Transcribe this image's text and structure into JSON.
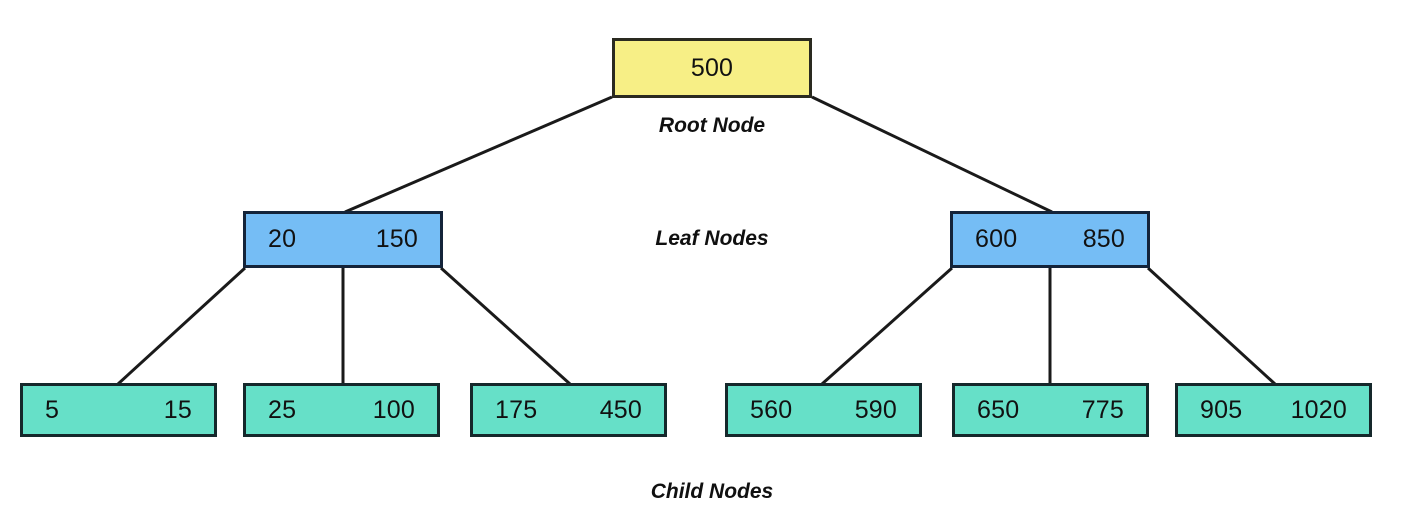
{
  "diagram": {
    "type": "b-tree",
    "background_color": "#ffffff",
    "edge_color": "#1a1a1a",
    "levels": [
      {
        "id": "root",
        "caption": "Root Node",
        "fill_color": "#f7ef86",
        "border_color": "#2a2a20",
        "nodes": [
          {
            "id": "root-node",
            "keys": [
              "500"
            ]
          }
        ]
      },
      {
        "id": "leaf",
        "caption": "Leaf Nodes",
        "fill_color": "#75bdf5",
        "border_color": "#14243a",
        "nodes": [
          {
            "id": "leaf-left",
            "keys": [
              "20",
              "150"
            ]
          },
          {
            "id": "leaf-right",
            "keys": [
              "600",
              "850"
            ]
          }
        ]
      },
      {
        "id": "child",
        "caption": "Child Nodes",
        "fill_color": "#66e0c8",
        "border_color": "#15282b",
        "nodes": [
          {
            "id": "child-1",
            "keys": [
              "5",
              "15"
            ]
          },
          {
            "id": "child-2",
            "keys": [
              "25",
              "100"
            ]
          },
          {
            "id": "child-3",
            "keys": [
              "175",
              "450"
            ]
          },
          {
            "id": "child-4",
            "keys": [
              "560",
              "590"
            ]
          },
          {
            "id": "child-5",
            "keys": [
              "650",
              "775"
            ]
          },
          {
            "id": "child-6",
            "keys": [
              "905",
              "1020"
            ]
          }
        ]
      }
    ],
    "captions": {
      "root": "Root Node",
      "leaf": "Leaf Nodes",
      "child": "Child Nodes"
    },
    "nodes": {
      "root": {
        "key_left": "500"
      },
      "leaf_left": {
        "key_left": "20",
        "key_right": "150"
      },
      "leaf_right": {
        "key_left": "600",
        "key_right": "850"
      },
      "child_1": {
        "key_left": "5",
        "key_right": "15"
      },
      "child_2": {
        "key_left": "25",
        "key_right": "100"
      },
      "child_3": {
        "key_left": "175",
        "key_right": "450"
      },
      "child_4": {
        "key_left": "560",
        "key_right": "590"
      },
      "child_5": {
        "key_left": "650",
        "key_right": "775"
      },
      "child_6": {
        "key_left": "905",
        "key_right": "1020"
      }
    }
  }
}
